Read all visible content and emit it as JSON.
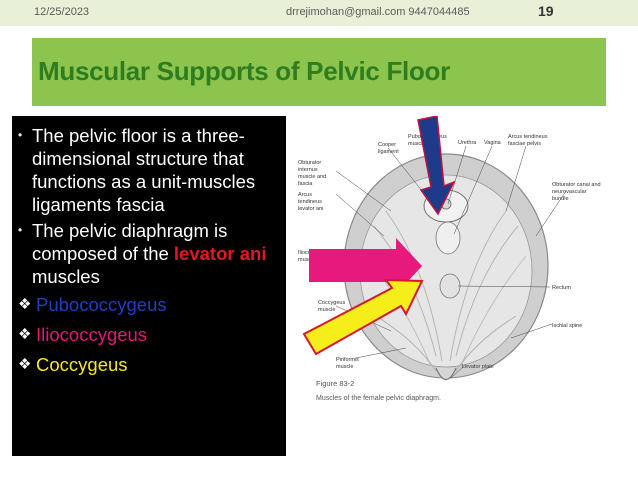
{
  "header": {
    "date": "12/25/2023",
    "contact": "drrejimohan@gmail.com 9447044485",
    "page_number": "19"
  },
  "title": "Muscular Supports of Pelvic Floor",
  "bullets": [
    {
      "text": "The pelvic floor is a three-dimensional structure that functions as a unit-muscles ligaments fascia"
    },
    {
      "text_before": "The pelvic diaphragm is composed of the ",
      "emphasis": "levator ani",
      "text_after": " muscles"
    }
  ],
  "sub_items": [
    {
      "label": "Pubococcygeus",
      "color": "#1f3fbf"
    },
    {
      "label": "Iliococcygeus",
      "color": "#e0187a"
    },
    {
      "label": "Coccygeus",
      "color": "#f5e625"
    }
  ],
  "figure": {
    "labels": {
      "obturator_internus": [
        "Obturator",
        "internus",
        "muscle and",
        "fascia"
      ],
      "arcus_levator": [
        "Arcus",
        "tendineus",
        "levator ani"
      ],
      "cooper": [
        "Cooper",
        "ligament"
      ],
      "pubococcygeus": [
        "Pubococcygeus",
        "muscle"
      ],
      "urethra": "Urethra",
      "vagina": "Vagina",
      "arcus_fasciae": [
        "Arcus tendineus",
        "fasciae pelvis"
      ],
      "obturator_canal": [
        "Obturator canal and",
        "neurovascular",
        "bundle"
      ],
      "iliococcygeus": [
        "Iliococcygeus",
        "muscle"
      ],
      "rectum": "Rectum",
      "coccygeus": [
        "Coccygeus",
        "muscle"
      ],
      "ischial_spine": "Ischial spine",
      "piriformis": [
        "Piriformis",
        "muscle"
      ],
      "levator_plate": "Levator plate"
    },
    "caption_number": "Figure 83-2",
    "caption_text": "Muscles of the female pelvic diaphragm."
  },
  "colors": {
    "title_band": "#8cc44e",
    "title_text": "#2e7d1f",
    "arrow_blue": "#1e3a8a",
    "arrow_pink": "#e8197d",
    "arrow_yellow": "#f5ee1a"
  }
}
